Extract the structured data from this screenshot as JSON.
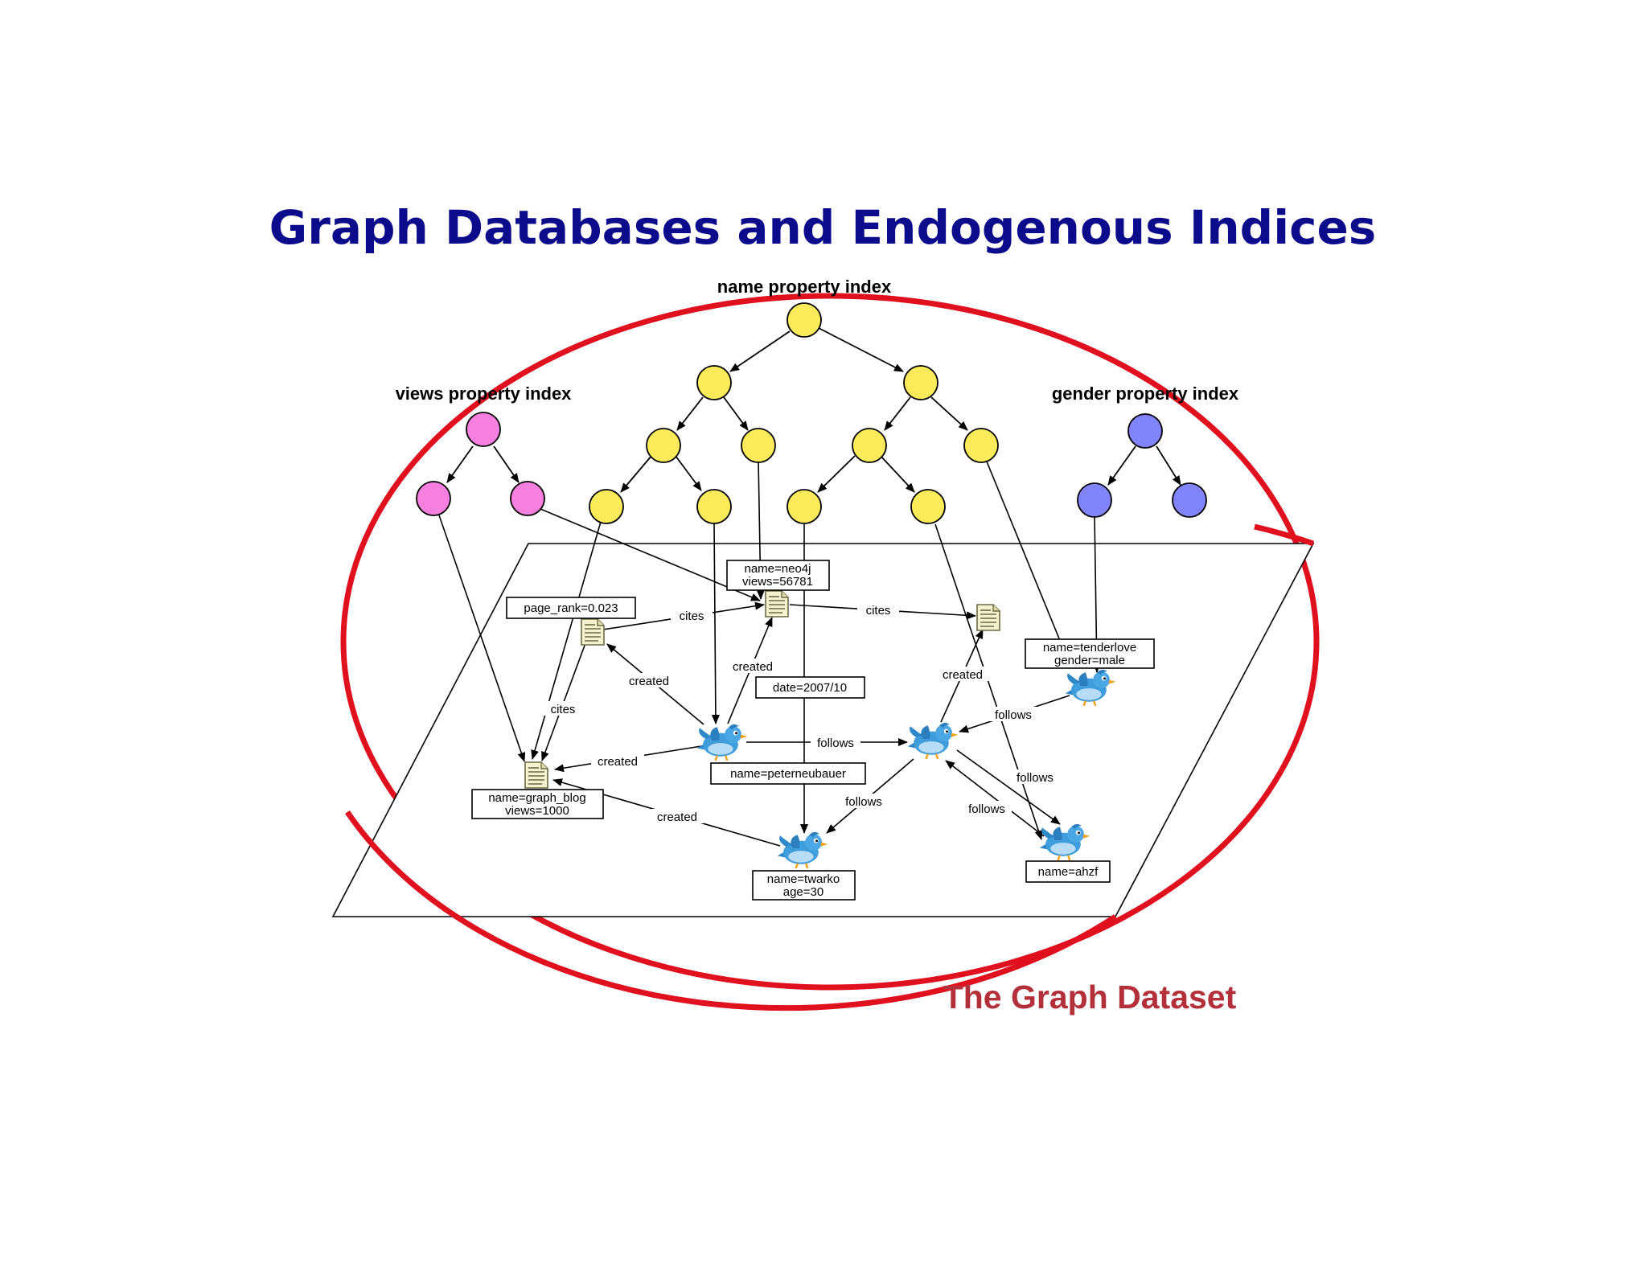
{
  "title": "Graph Databases and Endogenous Indices",
  "dataset_label": "The Graph Dataset",
  "indices": {
    "name": "name property index",
    "views": "views property index",
    "gender": "gender property index"
  },
  "property_boxes": {
    "neo4j": [
      "name=neo4j",
      "views=56781"
    ],
    "page_rank": [
      "page_rank=0.023"
    ],
    "date": [
      "date=2007/10"
    ],
    "tenderlove": [
      "name=tenderlove",
      "gender=male"
    ],
    "peterneubauer": [
      "name=peterneubauer"
    ],
    "graph_blog": [
      "name=graph_blog",
      "views=1000"
    ],
    "twarko": [
      "name=twarko",
      "age=30"
    ],
    "ahzf": [
      "name=ahzf"
    ]
  },
  "edge_labels": {
    "cites_1": "cites",
    "cites_2": "cites",
    "cites_3": "cites",
    "created_1": "created",
    "created_2": "created",
    "created_3": "created",
    "created_4": "created",
    "created_5": "created",
    "follows_1": "follows",
    "follows_2": "follows",
    "follows_3": "follows",
    "follows_4": "follows",
    "follows_5": "follows"
  },
  "colors": {
    "title": "#0b0b8c",
    "dataset_ellipse": "#e0101e",
    "dataset_label": "#b3303a",
    "name_index_node": "#fbeb5b",
    "views_index_node": "#f77fe0",
    "gender_index_node": "#8184f9"
  },
  "icons": {
    "document": "document-icon",
    "user": "twitter-bird-icon"
  }
}
